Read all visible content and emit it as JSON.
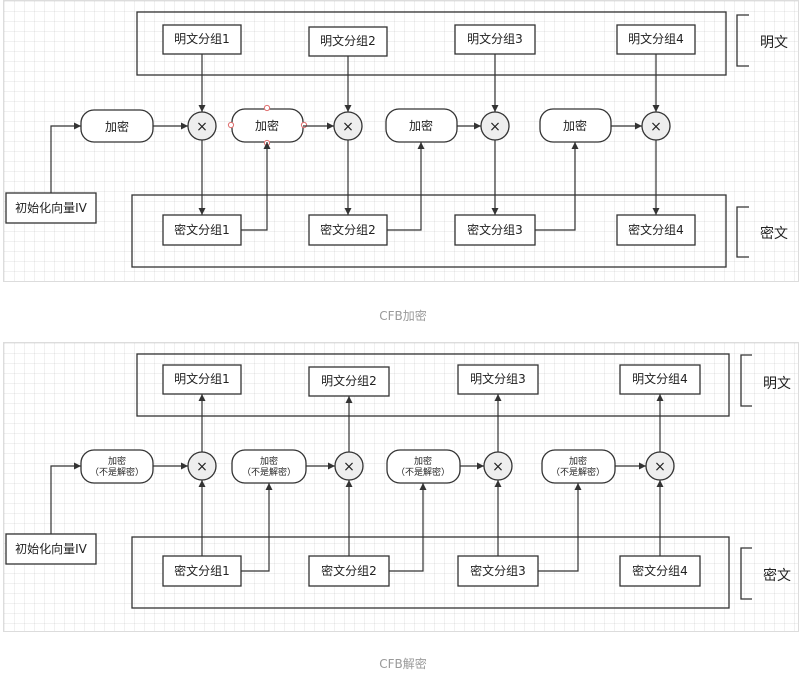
{
  "encryption": {
    "caption": "CFB加密",
    "plaintext_blocks": [
      "明文分组1",
      "明文分组2",
      "明文分组3",
      "明文分组4"
    ],
    "ciphertext_blocks": [
      "密文分组1",
      "密文分组2",
      "密文分组3",
      "密文分组4"
    ],
    "encrypt_box": "加密",
    "iv_label": "初始化向量IV",
    "plaintext_side": "明文",
    "ciphertext_side": "密文",
    "xor_symbol": "×"
  },
  "decryption": {
    "caption": "CFB解密",
    "plaintext_blocks": [
      "明文分组1",
      "明文分组2",
      "明文分组3",
      "明文分组4"
    ],
    "ciphertext_blocks": [
      "密文分组1",
      "密文分组2",
      "密文分组3",
      "密文分组4"
    ],
    "encrypt_box_line1": "加密",
    "encrypt_box_line2": "（不是解密）",
    "iv_label": "初始化向量IV",
    "plaintext_side": "明文",
    "ciphertext_side": "密文",
    "xor_symbol": "×"
  }
}
